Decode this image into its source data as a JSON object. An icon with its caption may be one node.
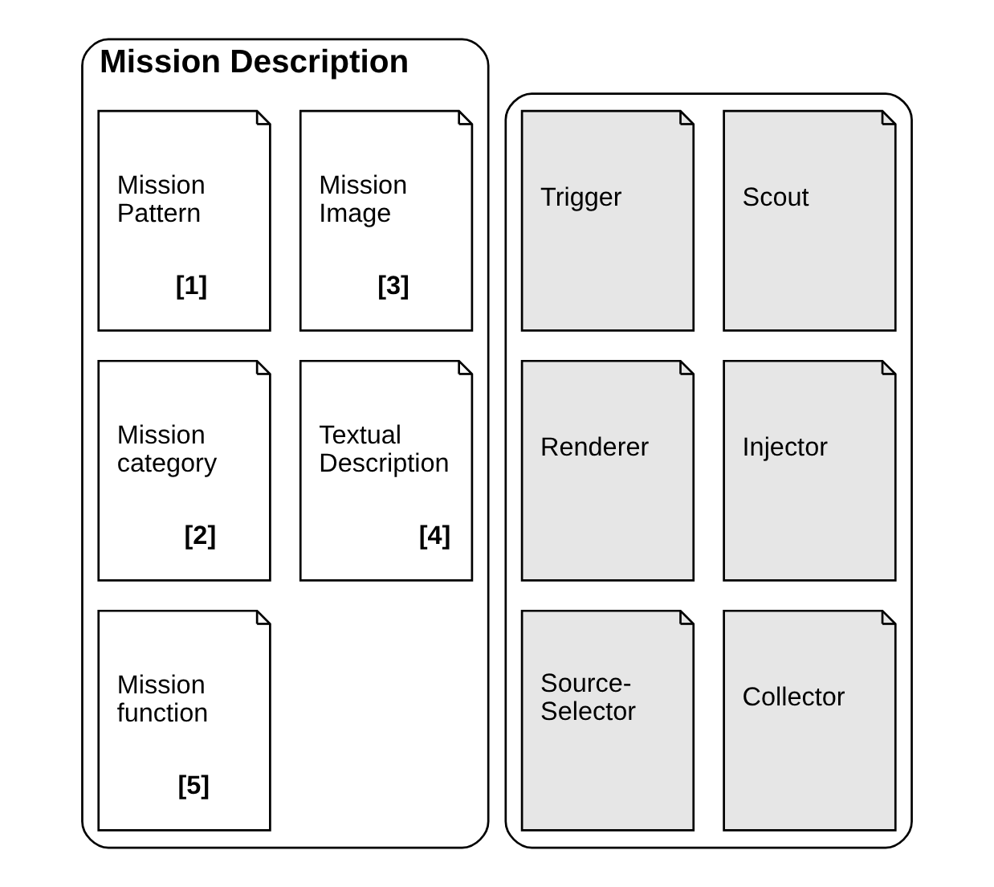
{
  "diagram": {
    "nodes": [
      {
        "text": [
          "Mission Description"
        ]
      },
      {
        "text": [
          "Mission Pattern",
          "[1]"
        ],
        "in": 0
      },
      {
        "text": [
          "Mission Image",
          "[3]"
        ],
        "in": 0
      },
      {
        "text": [
          "Mission category",
          "[2]"
        ],
        "in": 0
      },
      {
        "text": [
          "Textual Description",
          "[4]"
        ],
        "in": 0
      },
      {
        "text": [
          "Mission function",
          "[5]"
        ],
        "in": 0
      },
      {
        "text": [],
        "shape": "box"
      },
      {
        "text": [
          "Trigger"
        ],
        "in": 6
      },
      {
        "text": [
          "Scout"
        ],
        "in": 6
      },
      {
        "text": [
          "Renderer"
        ],
        "in": 6
      },
      {
        "text": [
          "Injector"
        ],
        "in": 6
      },
      {
        "text": [
          "Source-Selector"
        ],
        "in": 6
      },
      {
        "text": [
          "Collector"
        ],
        "in": 6
      }
    ],
    "edges": []
  }
}
